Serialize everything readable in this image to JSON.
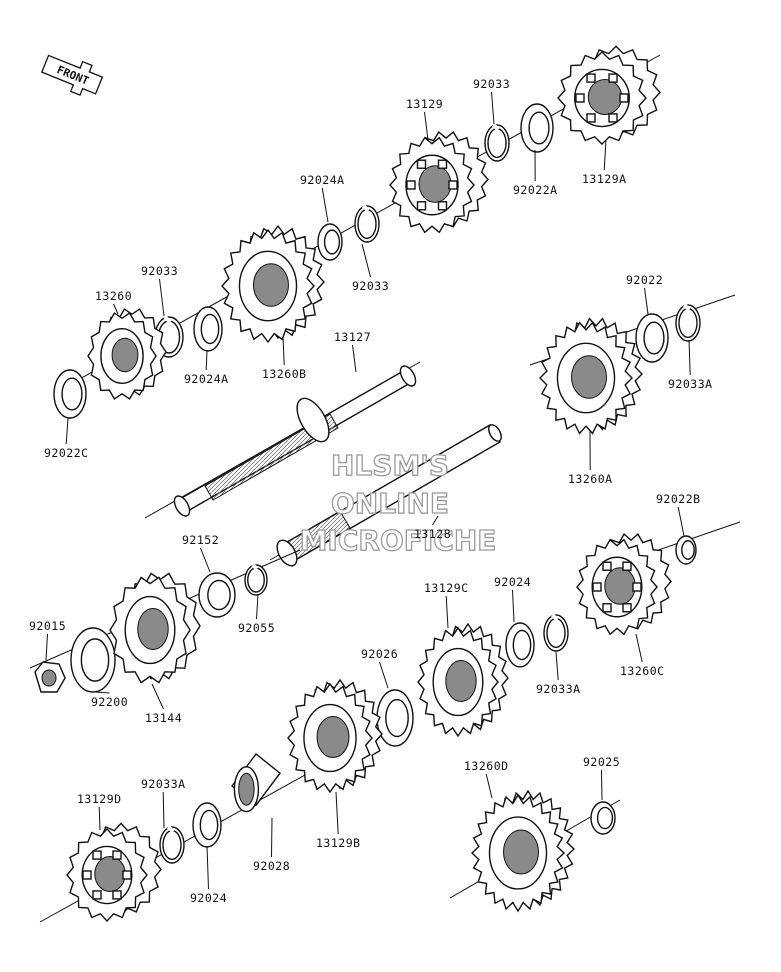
{
  "front_label": "FRONT",
  "watermark": [
    "HLSM'S",
    "ONLINE",
    "MICROFICHE"
  ],
  "parts": [
    {
      "id": "13129A",
      "kind": "gear"
    },
    {
      "id": "92033",
      "kind": "circlip"
    },
    {
      "id": "92022A",
      "kind": "washer"
    },
    {
      "id": "13129",
      "kind": "gear"
    },
    {
      "id": "92024A",
      "kind": "bushing"
    },
    {
      "id": "92033",
      "kind": "circlip"
    },
    {
      "id": "13260B",
      "kind": "gear"
    },
    {
      "id": "92033",
      "kind": "circlip"
    },
    {
      "id": "13260",
      "kind": "gear"
    },
    {
      "id": "92024A",
      "kind": "bushing"
    },
    {
      "id": "92022C",
      "kind": "washer"
    },
    {
      "id": "13127",
      "kind": "shaft"
    },
    {
      "id": "92022",
      "kind": "washer"
    },
    {
      "id": "92033A",
      "kind": "circlip"
    },
    {
      "id": "13260A",
      "kind": "gear"
    },
    {
      "id": "13128",
      "kind": "shaft"
    },
    {
      "id": "92022B",
      "kind": "washer"
    },
    {
      "id": "92152",
      "kind": "collar"
    },
    {
      "id": "92055",
      "kind": "o-ring"
    },
    {
      "id": "13129C",
      "kind": "gear"
    },
    {
      "id": "92024",
      "kind": "bushing"
    },
    {
      "id": "92033A",
      "kind": "circlip"
    },
    {
      "id": "13260C",
      "kind": "gear"
    },
    {
      "id": "92015",
      "kind": "nut"
    },
    {
      "id": "92200",
      "kind": "washer"
    },
    {
      "id": "13144",
      "kind": "sprocket"
    },
    {
      "id": "92026",
      "kind": "washer"
    },
    {
      "id": "13129D",
      "kind": "gear"
    },
    {
      "id": "92033A",
      "kind": "circlip"
    },
    {
      "id": "92024",
      "kind": "bushing"
    },
    {
      "id": "92028",
      "kind": "collar"
    },
    {
      "id": "13129B",
      "kind": "gear"
    },
    {
      "id": "13260D",
      "kind": "gear"
    },
    {
      "id": "92025",
      "kind": "washer"
    }
  ]
}
